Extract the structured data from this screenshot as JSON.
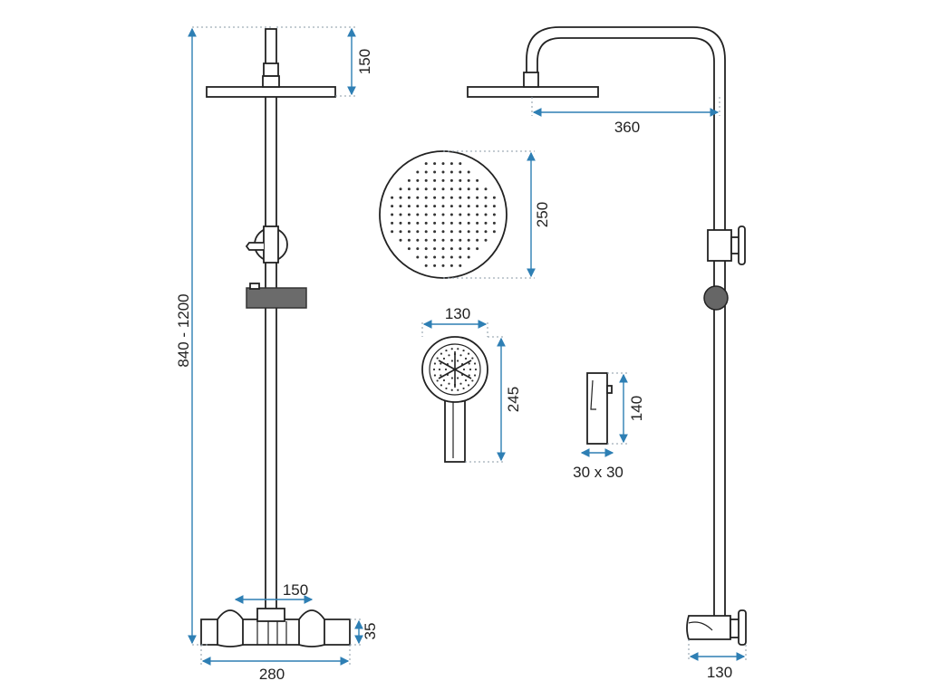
{
  "dimensions": {
    "total_height": "840 - 1200",
    "head_arm_drop": "150",
    "base_center_spacing": "150",
    "base_width": "280",
    "base_height": "35",
    "arm_reach": "360",
    "head_diameter": "250",
    "hand_shower_width": "130",
    "hand_shower_length": "245",
    "holder_height": "140",
    "holder_section": "30 x 30",
    "side_base_depth": "130"
  },
  "colors": {
    "dimension_line": "#2e7fb4",
    "drawing_line": "#222222",
    "shelf_fill": "#6b6b6b"
  }
}
